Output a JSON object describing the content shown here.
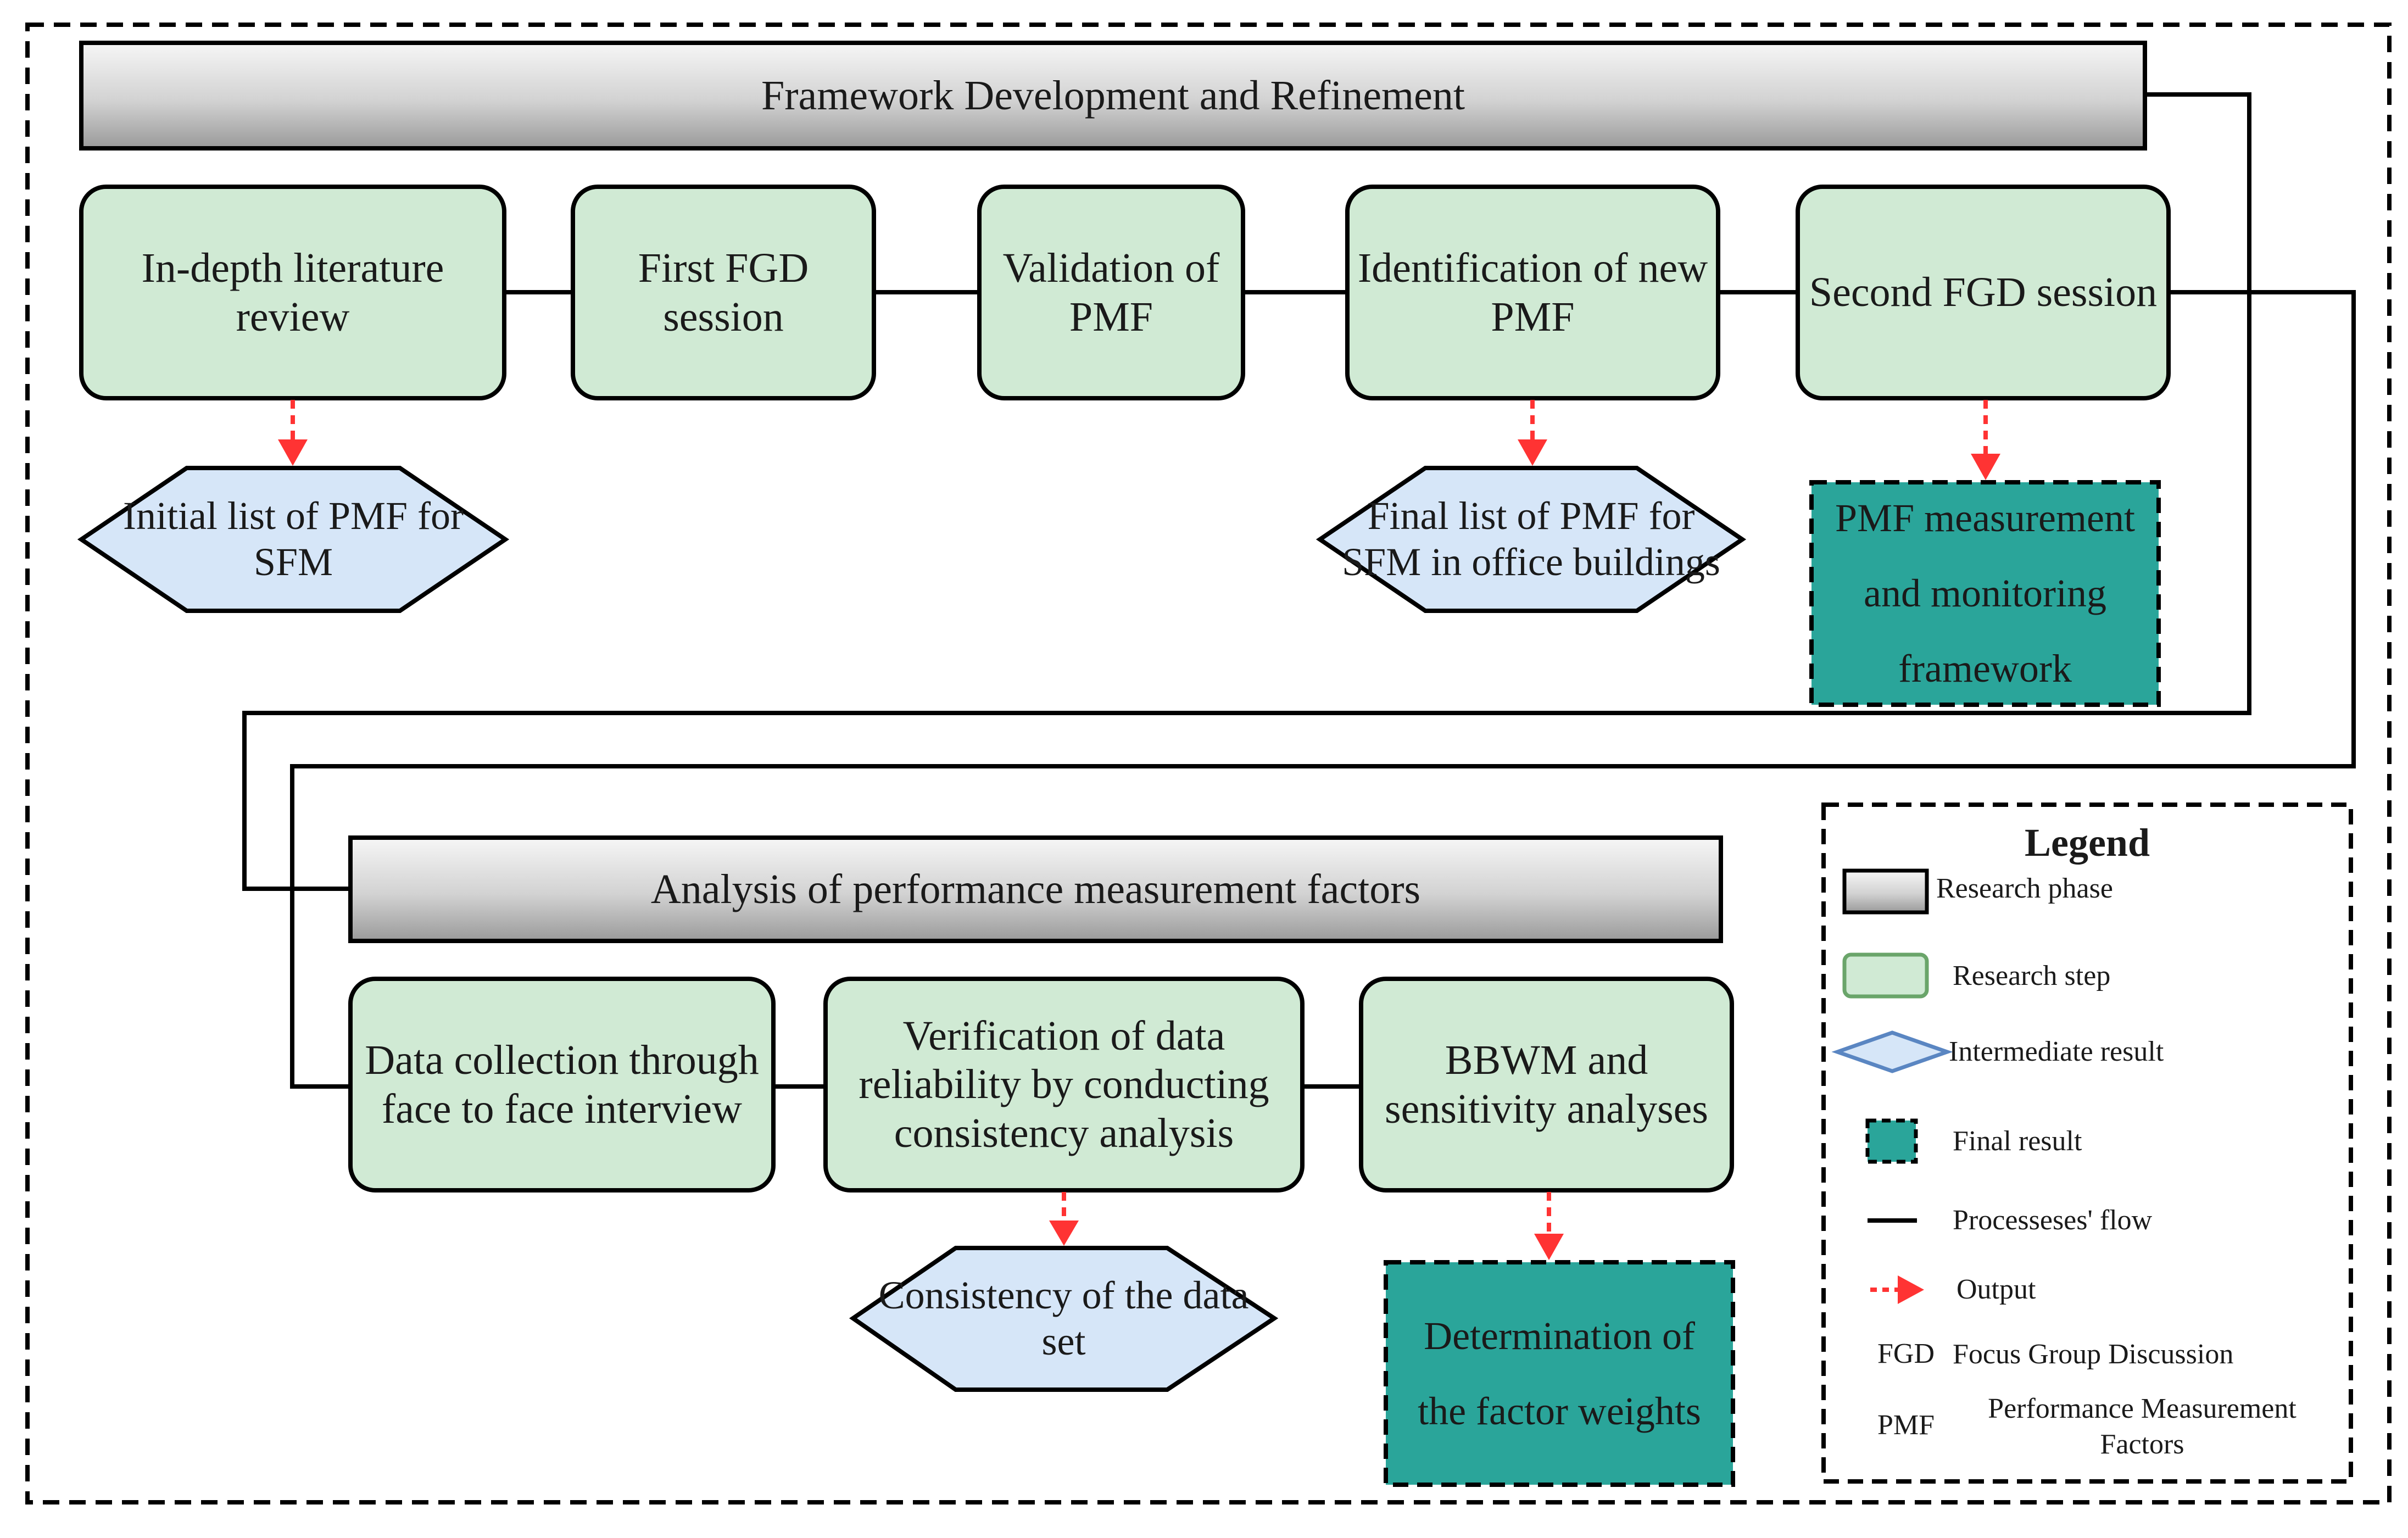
{
  "phases": [
    {
      "id": "phase1",
      "label": "Framework Development and Refinement"
    },
    {
      "id": "phase2",
      "label": "Analysis of performance measurement factors"
    }
  ],
  "steps": [
    {
      "id": "s1",
      "label": "In-depth literature\nreview"
    },
    {
      "id": "s2",
      "label": "First FGD\nsession"
    },
    {
      "id": "s3",
      "label": "Validation of\nPMF"
    },
    {
      "id": "s4",
      "label": "Identification of new\nPMF"
    },
    {
      "id": "s5",
      "label": "Second FGD session"
    },
    {
      "id": "s6",
      "label": "Data collection through\nface to face interview"
    },
    {
      "id": "s7",
      "label": "Verification of data\nreliability by conducting\nconsistency analysis"
    },
    {
      "id": "s8",
      "label": "BBWM and\nsensitivity analyses"
    }
  ],
  "intermediate_results": [
    {
      "id": "i1",
      "label": "Initial list of PMF for\nSFM"
    },
    {
      "id": "i2",
      "label": "Final list of PMF for\nSFM in office buildings"
    },
    {
      "id": "i3",
      "label": "Consistency of the data\nset"
    }
  ],
  "final_results": [
    {
      "id": "f1",
      "label": "PMF measurement\nand monitoring\nframework"
    },
    {
      "id": "f2",
      "label": "Determination of\nthe factor weights"
    }
  ],
  "legend": {
    "title": "Legend",
    "items": [
      {
        "symbol": "research-phase",
        "label": "Research phase"
      },
      {
        "symbol": "research-step",
        "label": "Research step"
      },
      {
        "symbol": "intermediate-result",
        "label": "Intermediate result"
      },
      {
        "symbol": "final-result",
        "label": "Final result"
      },
      {
        "symbol": "process-flow",
        "label": "Processeses' flow"
      },
      {
        "symbol": "output",
        "label": "Output"
      }
    ],
    "abbreviations": [
      {
        "abbr": "FGD",
        "definition": "Focus Group Discussion"
      },
      {
        "abbr": "PMF",
        "definition": "Performance Measurement\nFactors"
      }
    ]
  },
  "colors": {
    "step_fill": "#d0ead4",
    "intermediate_fill": "#d6e6f8",
    "final_fill": "#2aa59a",
    "phase_gradient_top": "#f6f6f6",
    "phase_gradient_bottom": "#9a9a9a",
    "output_arrow": "#ff3333",
    "flow_arrow": "#000000"
  }
}
